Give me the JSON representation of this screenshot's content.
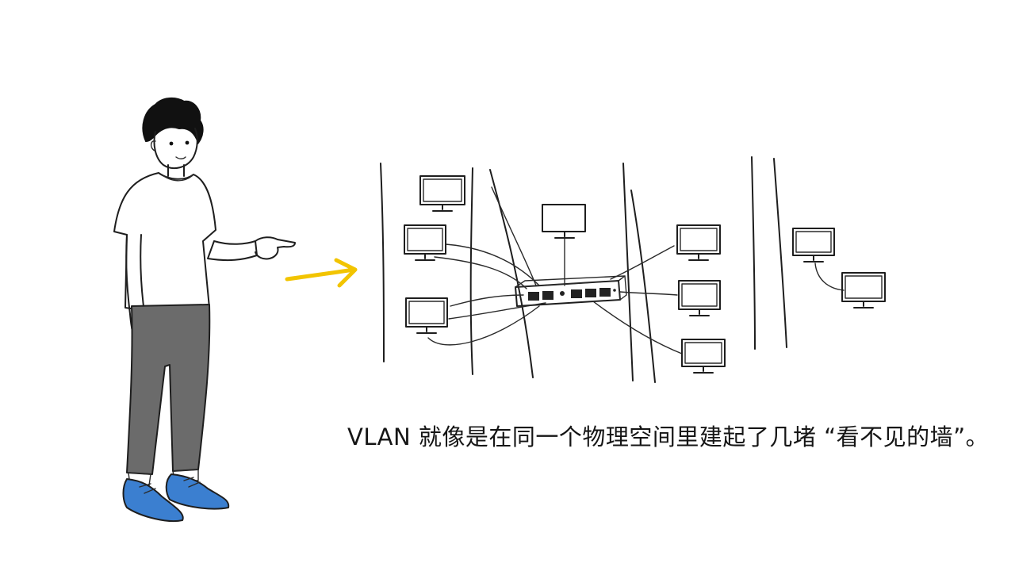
{
  "caption": "VLAN 就像是在同一个物理空间里建起了几堵 “看不见的墙”。",
  "colors": {
    "ink": "#1e1e1e",
    "pants": "#6b6b6b",
    "shoes": "#3b7fd0",
    "arrow": "#f2c400"
  },
  "icons": [
    "person-figure",
    "pointing-arrow",
    "network-switch",
    "computer-monitor",
    "invisible-wall"
  ]
}
